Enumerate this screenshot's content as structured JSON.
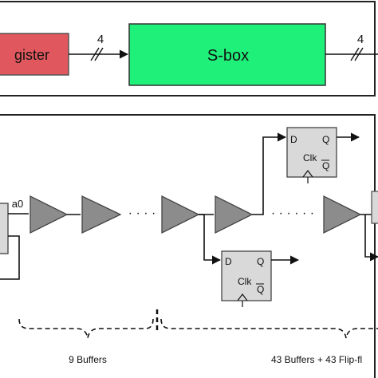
{
  "top_panel": {
    "register_label": "gister",
    "sbox_label": "S-box",
    "bus_width_in": "4",
    "bus_width_out": "4"
  },
  "bottom_panel": {
    "signal_label": "a0",
    "ellipsis": "· · · ·",
    "ellipsis_2": "· · · · · ·",
    "flipflop": {
      "d": "D",
      "q": "Q",
      "clk": "Clk",
      "qbar": "Q"
    },
    "brace_label_1": "9 Buffers",
    "brace_label_2": "43 Buffers + 43 Flip-fl"
  },
  "colors": {
    "register_fill": "#e0585e",
    "sbox_fill": "#1ff07a",
    "buffer_fill": "#8c8c8c",
    "flipflop_fill": "#d9d9d9"
  }
}
